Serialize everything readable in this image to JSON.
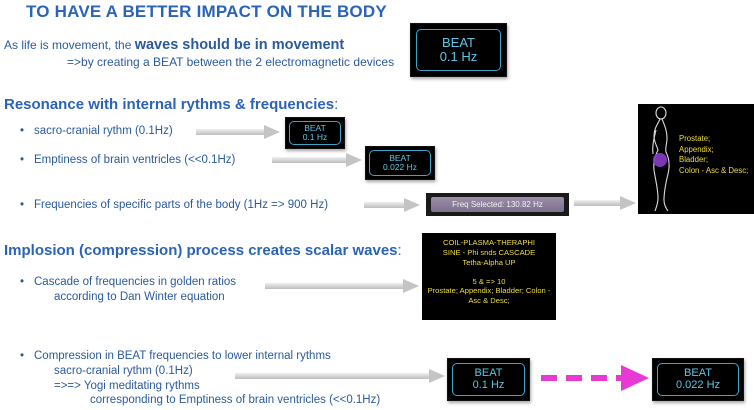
{
  "title": "TO HAVE A BETTER IMPACT ON THE BODY",
  "intro": {
    "line1_prefix": "As life is movement, the ",
    "line1_emphasis": "waves should be in movement",
    "line2": "=>by creating a BEAT between the 2 electromagnetic devices"
  },
  "beat_main": {
    "label": "BEAT",
    "value": "0.1 Hz"
  },
  "resonance": {
    "heading": "Resonance with internal rythms & frequencies",
    "heading_suffix": ":",
    "bullets": [
      "sacro-cranial rythm (0.1Hz)",
      "Emptiness of brain ventricles (<<0.1Hz)",
      "Frequencies of specific parts of the body (1Hz => 900 Hz)"
    ],
    "beat_small_1": {
      "label": "BEAT",
      "value": "0.1 Hz"
    },
    "beat_small_2": {
      "label": "BEAT",
      "value": "0.022 Hz"
    },
    "freq_selected": "Freq Selected: 130.82 Hz",
    "body_labels": [
      "Prostate;",
      "Appendix;",
      "Bladder;",
      "Colon - Asc & Desc;"
    ]
  },
  "implosion": {
    "heading": "Implosion (compression) process creates scalar waves",
    "heading_suffix": ":",
    "bullet_line1": "Cascade of frequencies in golden ratios",
    "bullet_line2": "according to Dan Winter equation",
    "coil_box": [
      "COIL-PLASMA-THERAPHI",
      "SINE - Phi snds CASCADE",
      "Tetha-Alpha  UP",
      "",
      "5 & => 10",
      "Prostate; Appendix; Bladder; Colon -",
      "Asc & Desc;"
    ]
  },
  "compression": {
    "line1": "Compression in BEAT frequencies to lower internal rythms",
    "line2": "sacro-cranial rythm (0.1Hz)",
    "line3": "=>=> Yogi meditating rythms",
    "line4": "corresponding to Emptiness of brain ventricles (<<0.1Hz)",
    "beat_left": {
      "label": "BEAT",
      "value": "0.1 Hz"
    },
    "beat_right": {
      "label": "BEAT",
      "value": "0.022 Hz"
    }
  },
  "colors": {
    "title_blue": "#2b63b8",
    "text_blue": "#2a5a9c",
    "beat_text": "#5fc6e8",
    "label_yellow": "#f0dc3c",
    "magenta_arrow": "#e63ad2"
  }
}
